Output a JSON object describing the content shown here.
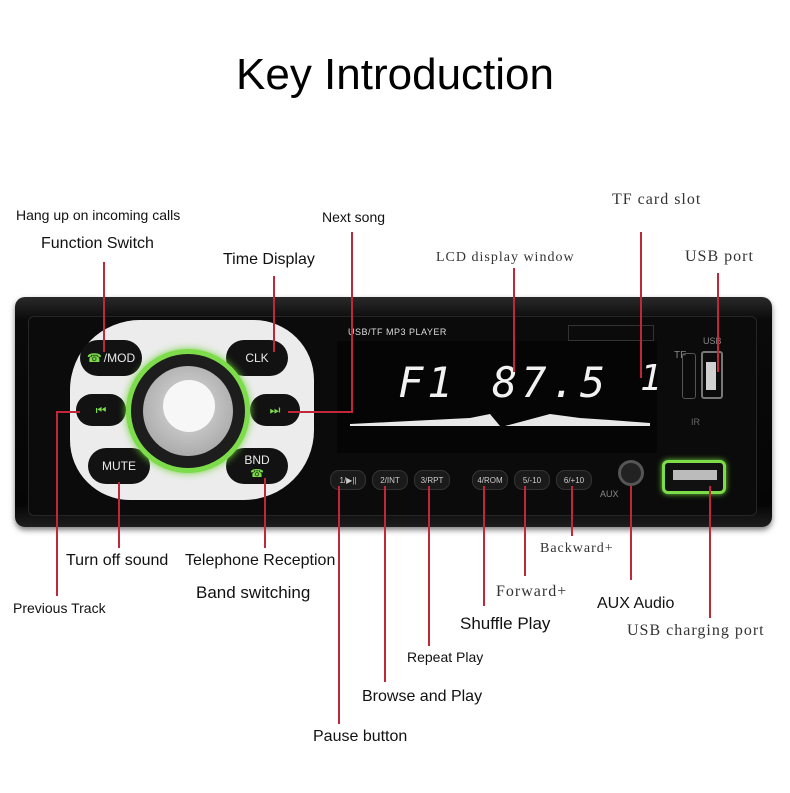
{
  "title": "Key Introduction",
  "device": {
    "lcd_header": "USB/TF MP3 PLAYER",
    "lcd_band": "F1",
    "lcd_freq": "87.5",
    "lcd_channel": "1",
    "btn_mod": "/MOD",
    "btn_clk": "CLK",
    "btn_mute": "MUTE",
    "btn_bnd": "BND",
    "btn_prev": "⏮",
    "btn_next": "⏭",
    "preset_buttons": [
      "1/▶||",
      "2/INT",
      "3/RPT",
      "4/ROM",
      "5/-10",
      "6/+10"
    ],
    "aux_label": "AUX",
    "tf_label": "TF",
    "usb_label": "USB",
    "ir_label": "IR"
  },
  "labels": {
    "hangup": "Hang up on incoming calls",
    "function_switch": "Function Switch",
    "next_song": "Next song",
    "time_display": "Time Display",
    "lcd_window": "LCD display window",
    "tf_slot": "TF card slot",
    "usb_port": "USB port",
    "turn_off_sound": "Turn off sound",
    "telephone_reception": "Telephone Reception",
    "band_switching": "Band switching",
    "previous_track": "Previous Track",
    "backward": "Backward+",
    "forward": "Forward+",
    "shuffle_play": "Shuffle Play",
    "aux_audio": "AUX Audio",
    "usb_charging": "USB charging port",
    "repeat_play": "Repeat Play",
    "browse_play": "Browse and Play",
    "pause_button": "Pause button"
  },
  "colors": {
    "accent_green": "#7cdc4a",
    "leader_red": "#c0283a"
  }
}
